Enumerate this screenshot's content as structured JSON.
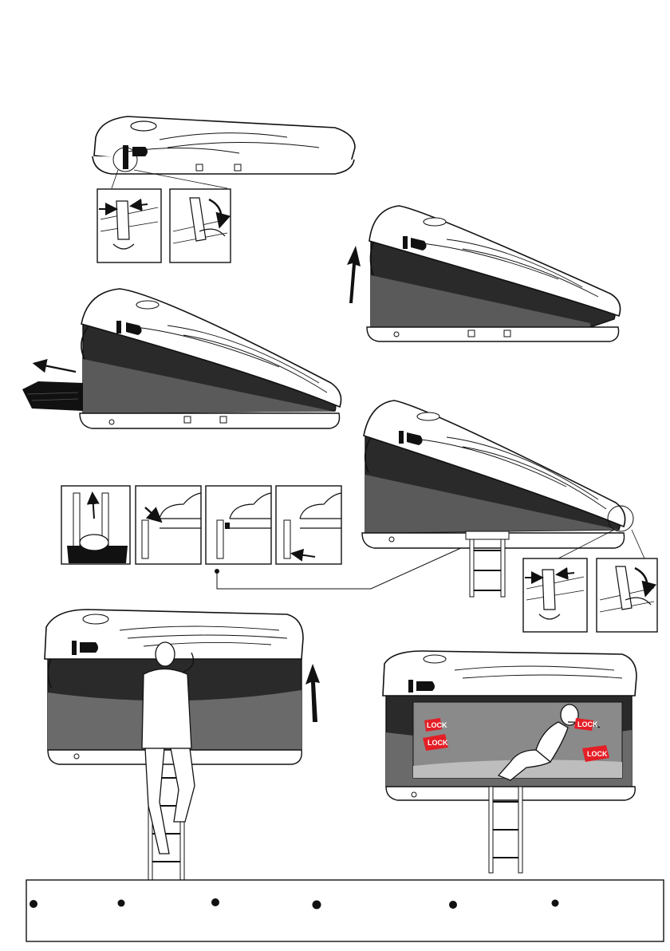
{
  "diagram": {
    "colors": {
      "line": "#111111",
      "shell": "#ffffff",
      "fabric_dark": "#2a2a2a",
      "fabric_mid": "#5a5a5a",
      "fabric_light": "#7d7d7d",
      "floor": "#bdbdbd",
      "lock_tag": "#e41e26"
    },
    "lock_tags": [
      {
        "text": "LOCK"
      },
      {
        "text": "LOCK"
      },
      {
        "text": "LOCK"
      },
      {
        "text": "LOCK"
      }
    ],
    "legend": {
      "bullets": 6
    }
  }
}
